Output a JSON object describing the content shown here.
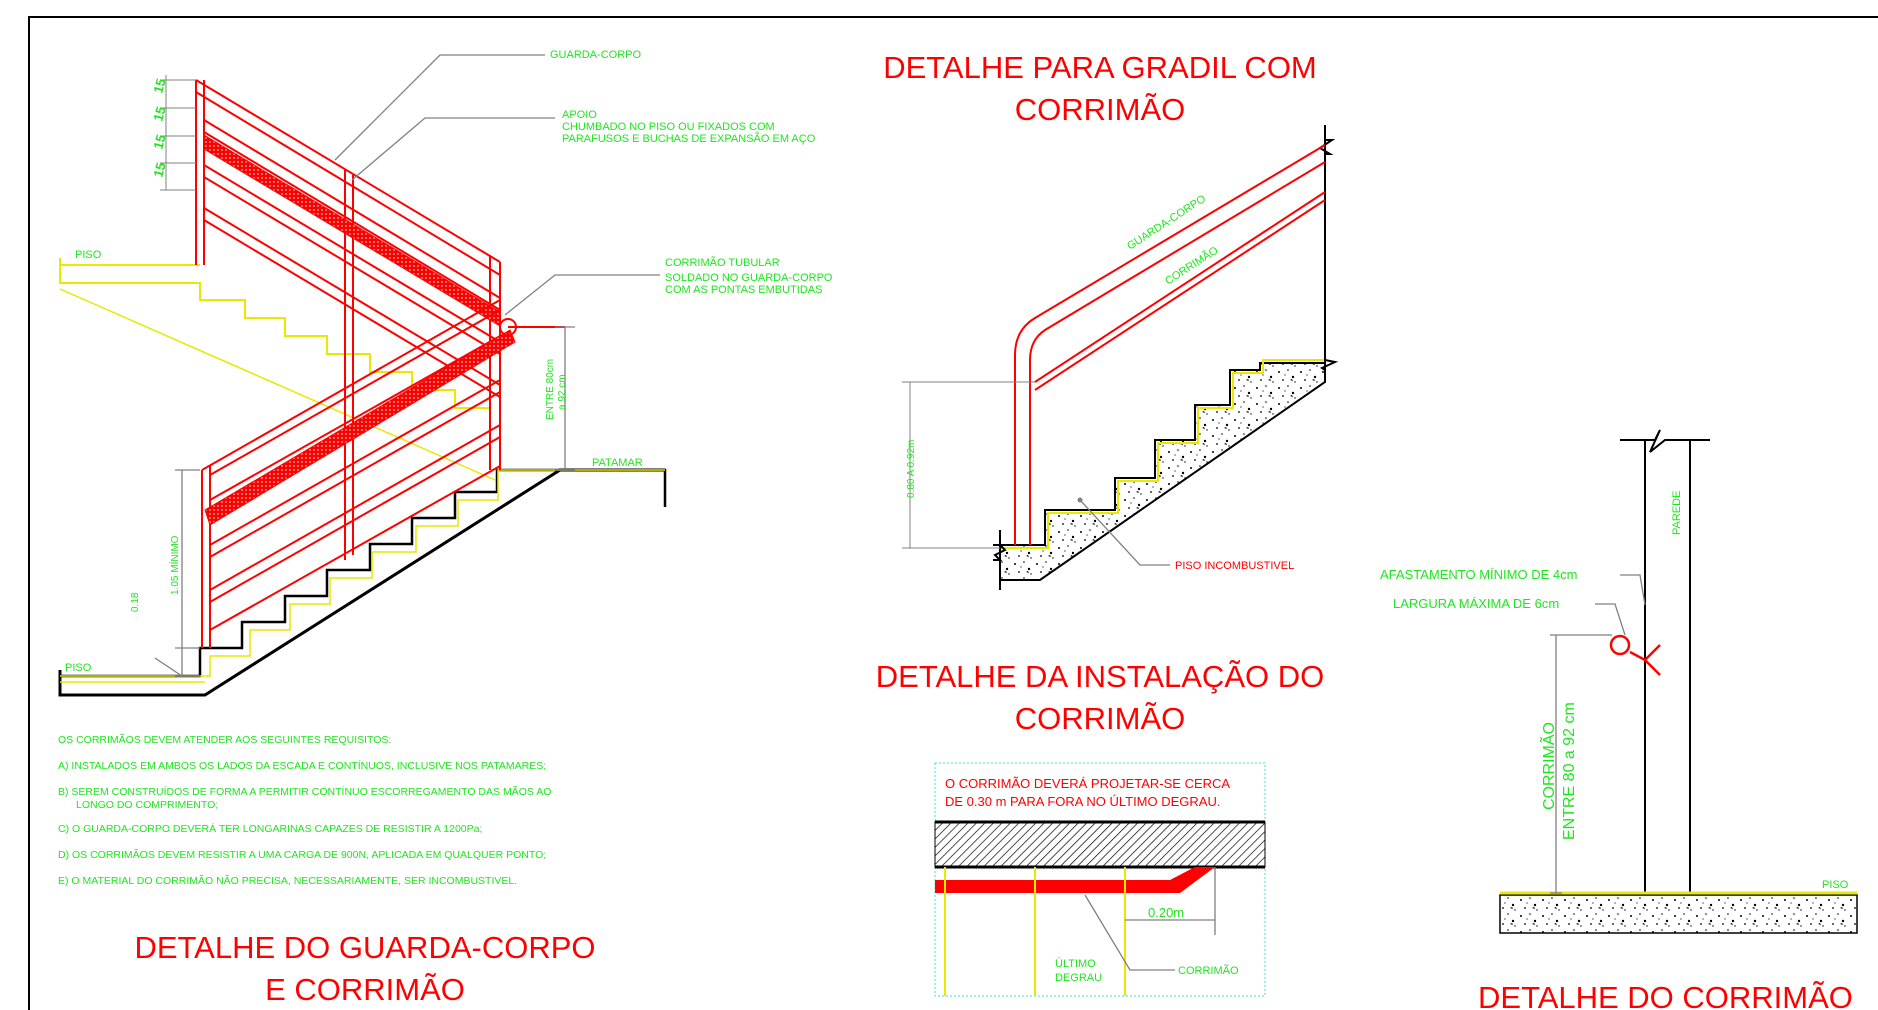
{
  "colors": {
    "red": "#ff0000",
    "green": "#1ee61e",
    "yellow": "#e8e800",
    "gray": "#808080",
    "black": "#000000",
    "cyan": "#40e0e0"
  },
  "left": {
    "dim_15": [
      "15",
      "15",
      "15",
      "15"
    ],
    "guarda_corpo": "GUARDA-CORPO",
    "apoio": [
      "APOIO",
      "CHUMBADO NO PISO OU FIXADOS COM",
      "PARAFUSOS E BUCHAS DE EXPANSÃO EM AÇO"
    ],
    "piso_top": "PISO",
    "corrimao_tubular": [
      "CORRIMÃO TUBULAR",
      "SOLDADO NO GUARDA-CORPO",
      "COM AS PONTAS EMBUTIDAS"
    ],
    "entre": [
      "ENTRE 80cm",
      "a 92 cm"
    ],
    "patamar": "PATAMAR",
    "minimo": "1.05 MÍNIMO",
    "dim_018": "0.18",
    "piso_bottom": "PISO",
    "req_title": "OS CORRIMÃOS DEVEM ATENDER AOS SEGUINTES REQUISITOS:",
    "req_a": "A)  INSTALADOS EM AMBOS OS LADOS DA ESCADA E CONTÍNUOS, INCLUSIVE NOS PATAMARES;",
    "req_b1": "B)  SEREM CONSTRUÍDOS DE FORMA A PERMITIR CONTÍNUO ESCORREGAMENTO DAS MÃOS AO",
    "req_b2": "LONGO DO COMPRIMENTO;",
    "req_c": "C)  O GUARDA-CORPO DEVERÁ TER LONGARINAS CAPAZES DE RESISTIR A 1200Pa;",
    "req_d": "D)  OS CORRIMÃOS DEVEM RESISTIR A UMA CARGA DE 900N, APLICADA EM QUALQUER PONTO;",
    "req_e": "E)  O MATERIAL DO CORRIMÃO NÃO PRECISA, NECESSARIAMENTE, SER INCOMBUSTIVEL.",
    "title1": "DETALHE DO GUARDA-CORPO",
    "title2": "E CORRIMÃO"
  },
  "middle": {
    "title1": "DETALHE PARA GRADIL COM",
    "title2": "CORRIMÃO",
    "guarda_corpo": "GUARDA-CORPO",
    "corrimao": "CORRIMÃO",
    "dim": "0.80 A 0.92m",
    "piso": "PISO INCOMBUSTIVEL",
    "title3": "DETALHE DA INSTALAÇÃO DO",
    "title4": "CORRIMÃO",
    "note1": "O CORRIMÃO DEVERÁ PROJETAR-SE CERCA",
    "note2": "DE 0.30 m PARA FORA NO ÚLTIMO DEGRAU.",
    "dim2": "0.20m",
    "ultimo1": "ÚLTIMO",
    "ultimo2": "DEGRAU",
    "corrimao2": "CORRIMÃO"
  },
  "right": {
    "parede": "PAREDE",
    "afast": "AFASTAMENTO MÍNIMO DE 4cm",
    "larg": "LARGURA MÁXIMA DE 6cm",
    "corr1": "CORRIMÃO",
    "corr2": "ENTRE 80 a 92 cm",
    "piso": "PISO",
    "title": "DETALHE DO CORRIMÃO"
  }
}
